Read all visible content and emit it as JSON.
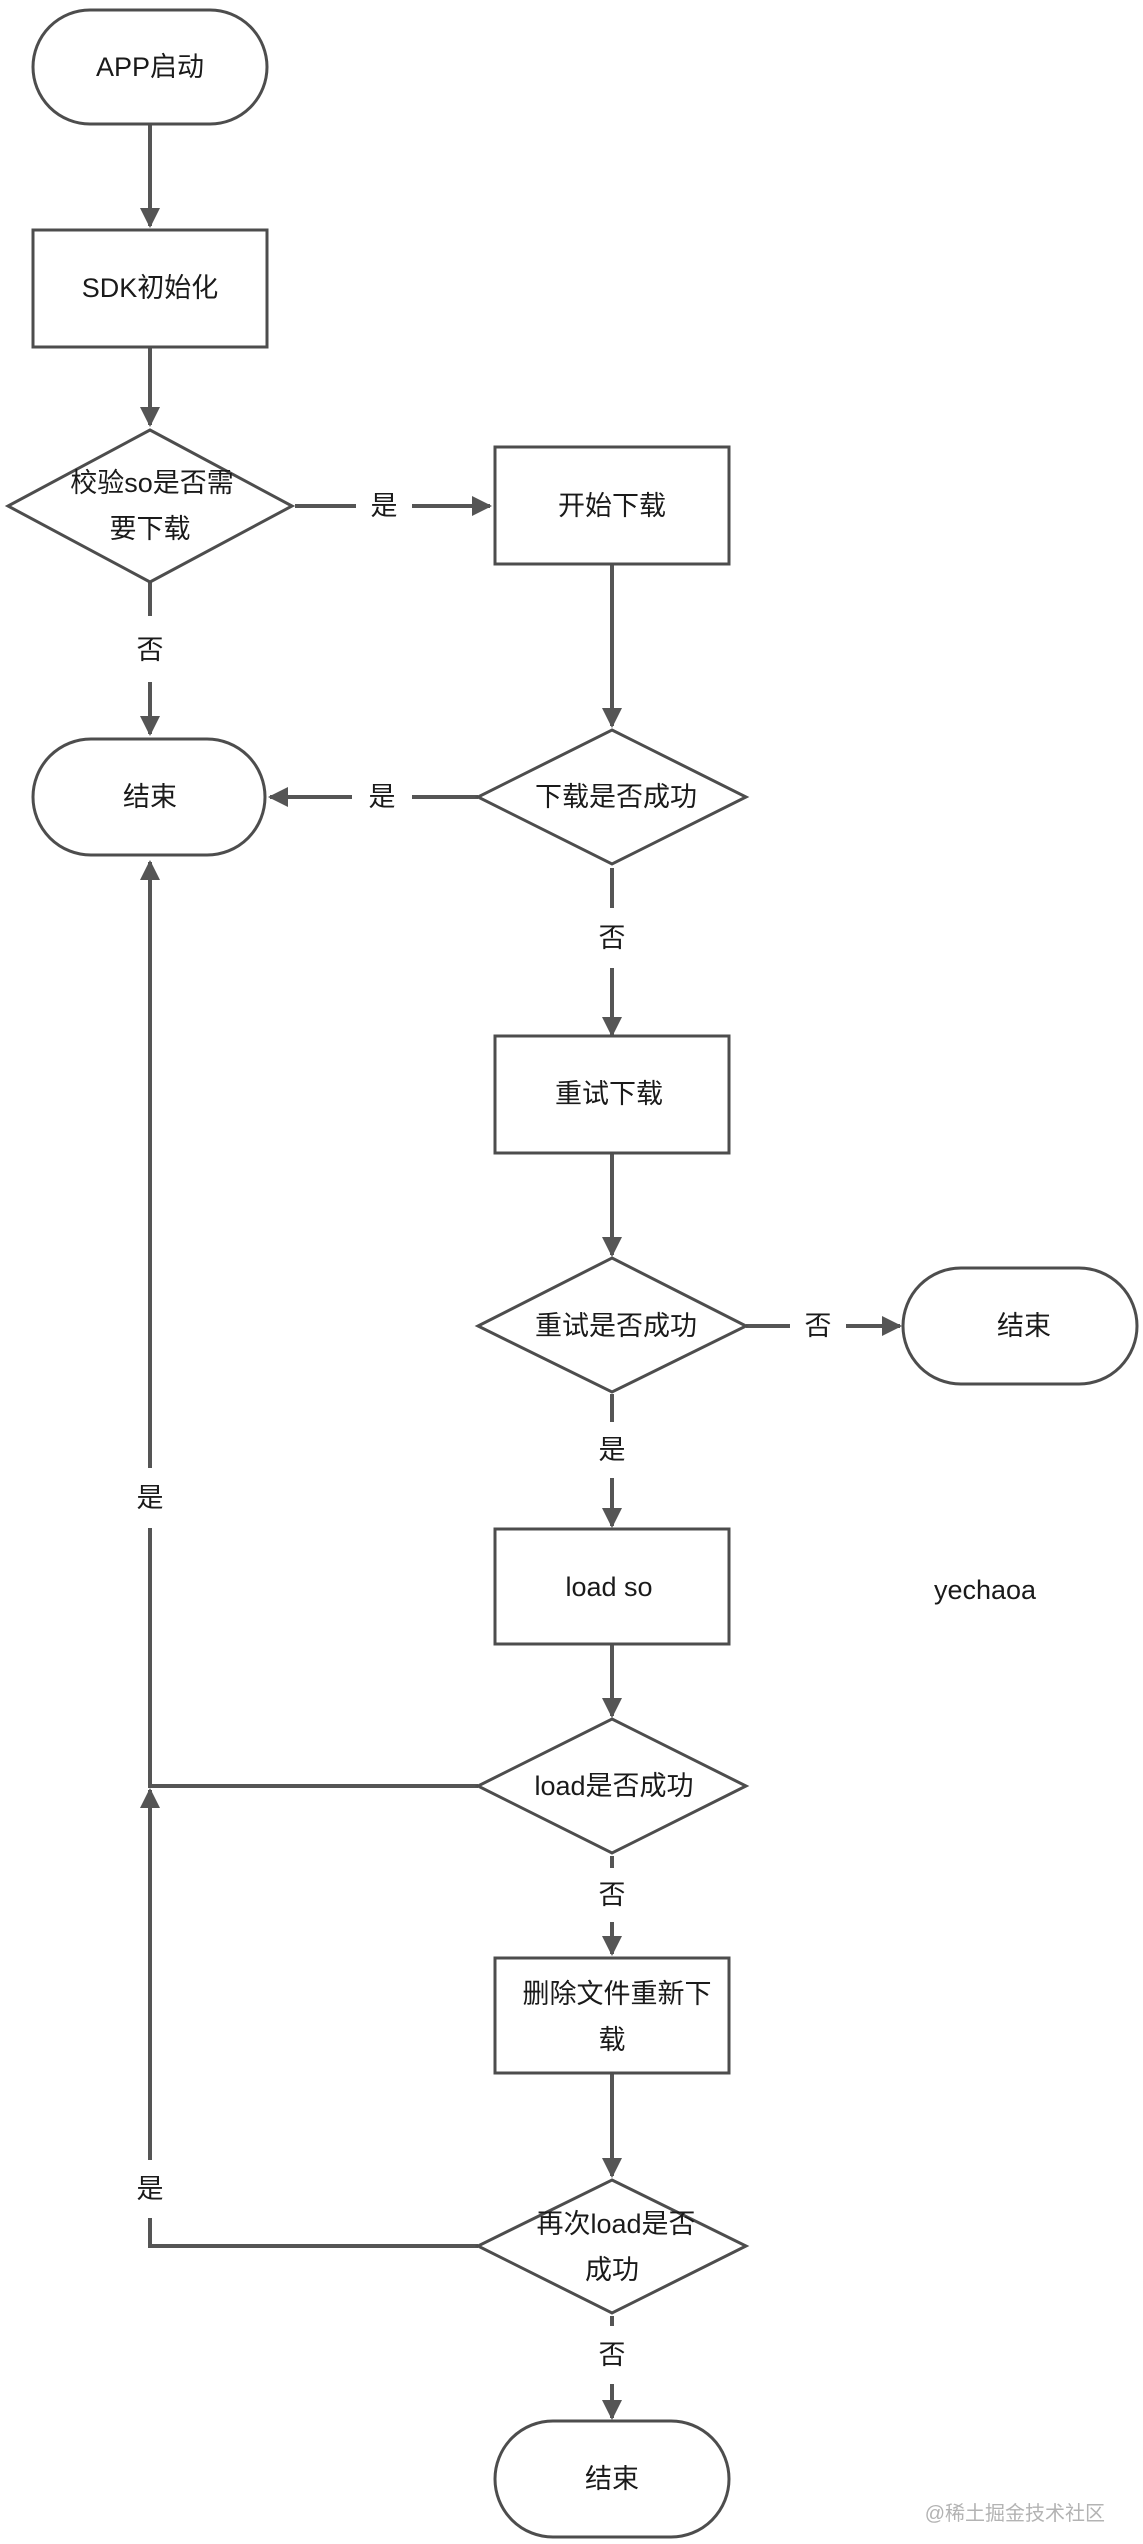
{
  "nodes": {
    "start": {
      "label": "APP启动"
    },
    "sdk_init": {
      "label": "SDK初始化"
    },
    "check_so": {
      "label_line1": "校验so是否需",
      "label_line2": "要下载"
    },
    "start_download": {
      "label": "开始下载"
    },
    "end1": {
      "label": "结束"
    },
    "download_ok": {
      "label": "下载是否成功"
    },
    "retry_download": {
      "label": "重试下载"
    },
    "retry_ok": {
      "label": "重试是否成功"
    },
    "end2": {
      "label": "结束"
    },
    "load_so": {
      "label": "load so"
    },
    "load_ok": {
      "label": "load是否成功"
    },
    "delete_redownload": {
      "label_line1": "删除文件重新下",
      "label_line2": "载"
    },
    "reload_ok": {
      "label_line1": "再次load是否",
      "label_line2": "成功"
    },
    "end3": {
      "label": "结束"
    }
  },
  "edges": {
    "check_yes": "是",
    "check_no": "否",
    "download_yes": "是",
    "download_no": "否",
    "retry_no": "否",
    "retry_yes": "是",
    "load_yes": "是",
    "load_no": "否",
    "reload_yes": "是",
    "reload_no": "否"
  },
  "annotation": "yechaoa",
  "watermark": "@稀土掘金技术社区"
}
